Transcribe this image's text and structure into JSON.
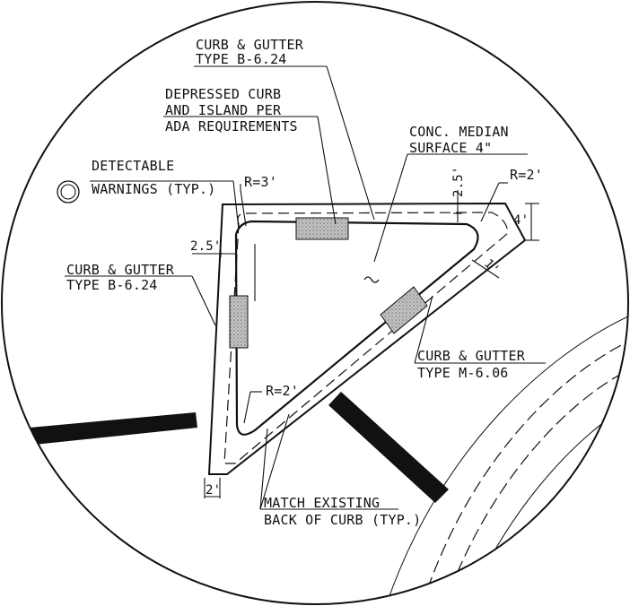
{
  "labels": {
    "curb_top_1": "CURB & GUTTER",
    "curb_top_2": "TYPE B-6.24",
    "depressed_1": "DEPRESSED CURB",
    "depressed_2": "AND ISLAND PER",
    "depressed_3": "ADA REQUIREMENTS",
    "median_1": "CONC. MEDIAN",
    "median_2": "SURFACE 4\"",
    "detect_1": "DETECTABLE",
    "detect_2": "WARNINGS (TYP.)",
    "curb_left_1": "CURB & GUTTER",
    "curb_left_2": "TYPE B-6.24",
    "curb_m_1": "CURB & GUTTER",
    "curb_m_2": "TYPE M-6.06",
    "match_1": "MATCH EXISTING",
    "match_2": "BACK OF CURB (TYP.)"
  },
  "dimensions": {
    "r3": "R=3'",
    "r2_top": "R=2'",
    "r2_bottom": "R=2'",
    "d25_left": "2.5'",
    "d25_top": "2.5'",
    "d4": "4'",
    "d1": "1'",
    "d2": "2'"
  },
  "colors": {
    "line": "#111111",
    "warning_fill": "#b9b9b9",
    "background": "#ffffff"
  }
}
